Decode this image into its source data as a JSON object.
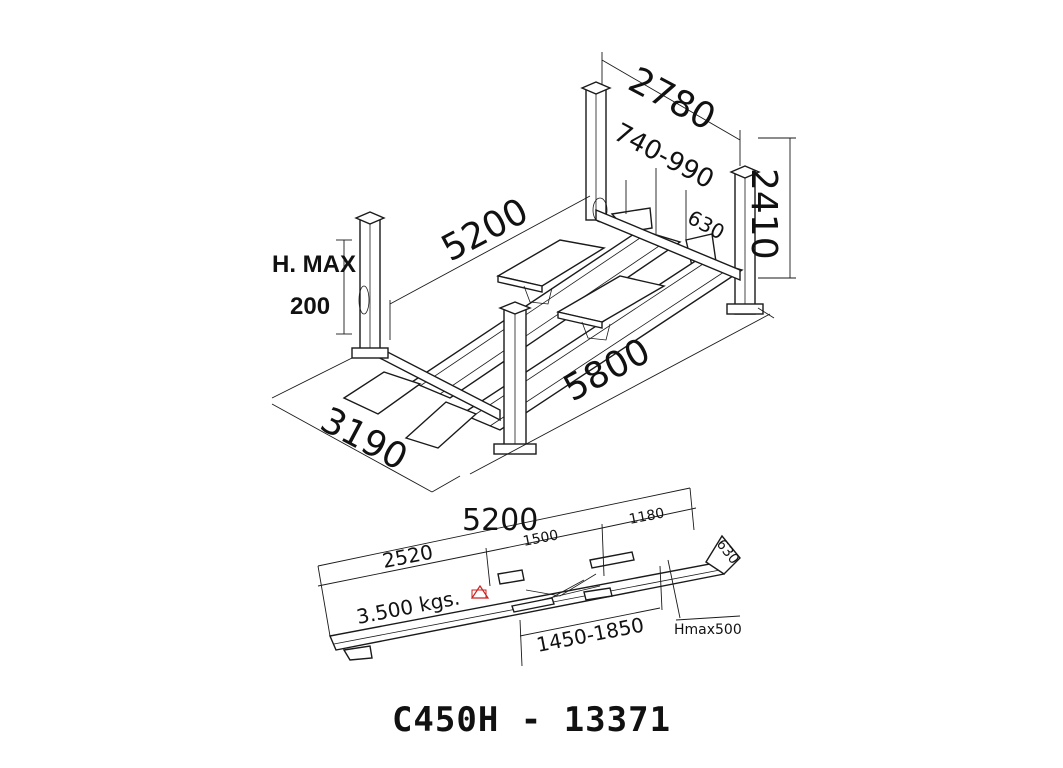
{
  "dimensions": {
    "width_total": "2780",
    "runway_spacing": "740-990",
    "runway_width": "630",
    "height": "2410",
    "length": "5200",
    "overall_length": "5800",
    "overall_width": "3190"
  },
  "h_max": {
    "line1": "H. MAX",
    "line2": "200"
  },
  "side_view": {
    "length": "5200",
    "offset": "2520",
    "jack_section": "1500",
    "rear_section": "1180",
    "runway_width": "630",
    "capacity": "3.500 kgs.",
    "jack_range": "1450-1850",
    "hmax": "Hmax500"
  },
  "model": "C450H - 13371"
}
